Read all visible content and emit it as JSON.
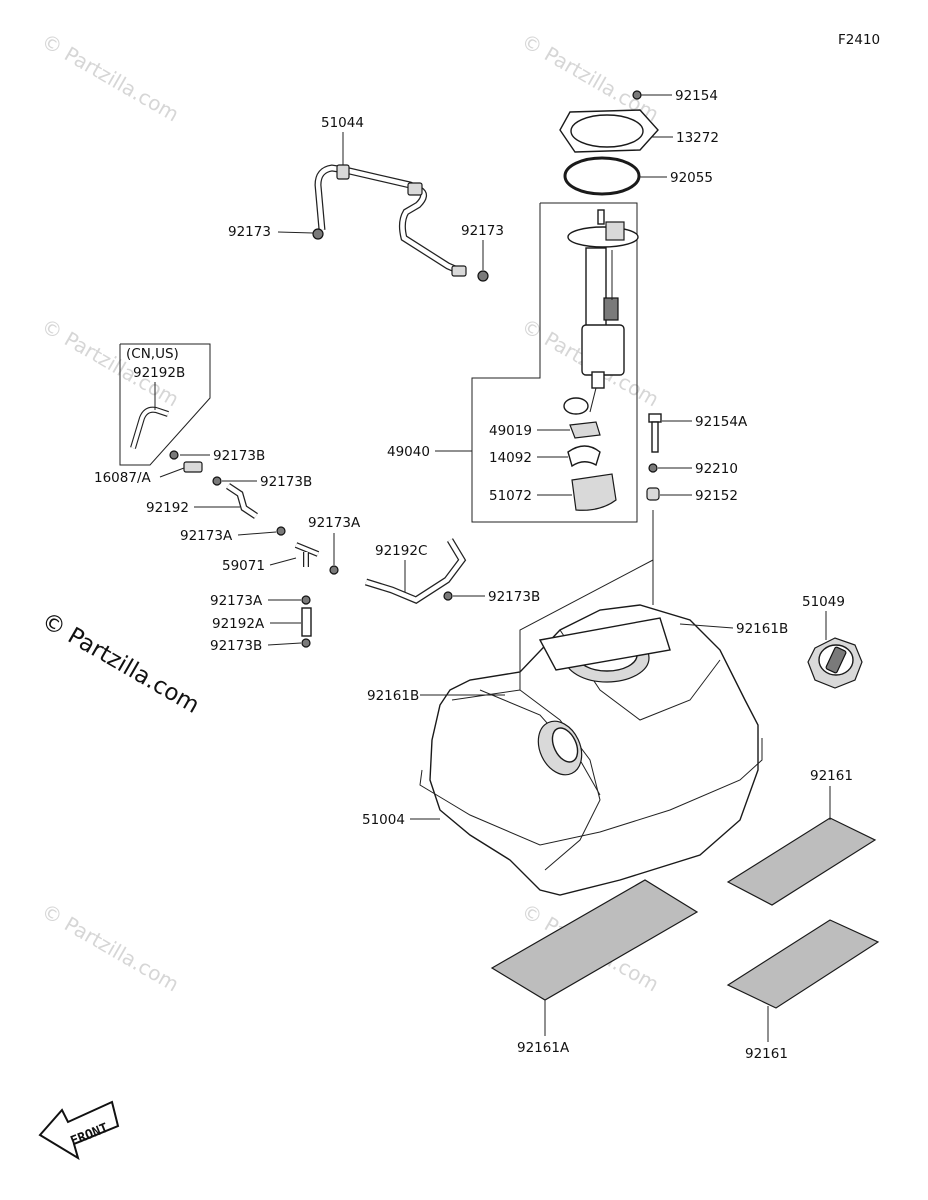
{
  "figure_code": "F2410",
  "watermark_text": "© Partzilla.com",
  "region_note": "(CN,US)",
  "front_label": "FRONT",
  "callouts": {
    "c92154": "92154",
    "c13272": "13272",
    "c92055": "92055",
    "c51044": "51044",
    "c92173_left": "92173",
    "c92173_right": "92173",
    "c92192B": "92192B",
    "c49040": "49040",
    "c49019": "49019",
    "c14092": "14092",
    "c51072": "51072",
    "c92154A": "92154A",
    "c92210": "92210",
    "c92152": "92152",
    "c92173B_1": "92173B",
    "c16087A": "16087/A",
    "c92173B_2": "92173B",
    "c92192": "92192",
    "c92173A_1": "92173A",
    "c92173A_2": "92173A",
    "c59071": "59071",
    "c92192C": "92192C",
    "c92173B_3": "92173B",
    "c92173A_3": "92173A",
    "c92192A": "92192A",
    "c92173B_4": "92173B",
    "c92161B_1": "92161B",
    "c92161B_2": "92161B",
    "c51049": "51049",
    "c51004": "51004",
    "c92161_1": "92161",
    "c92161A": "92161A",
    "c92161_2": "92161"
  }
}
